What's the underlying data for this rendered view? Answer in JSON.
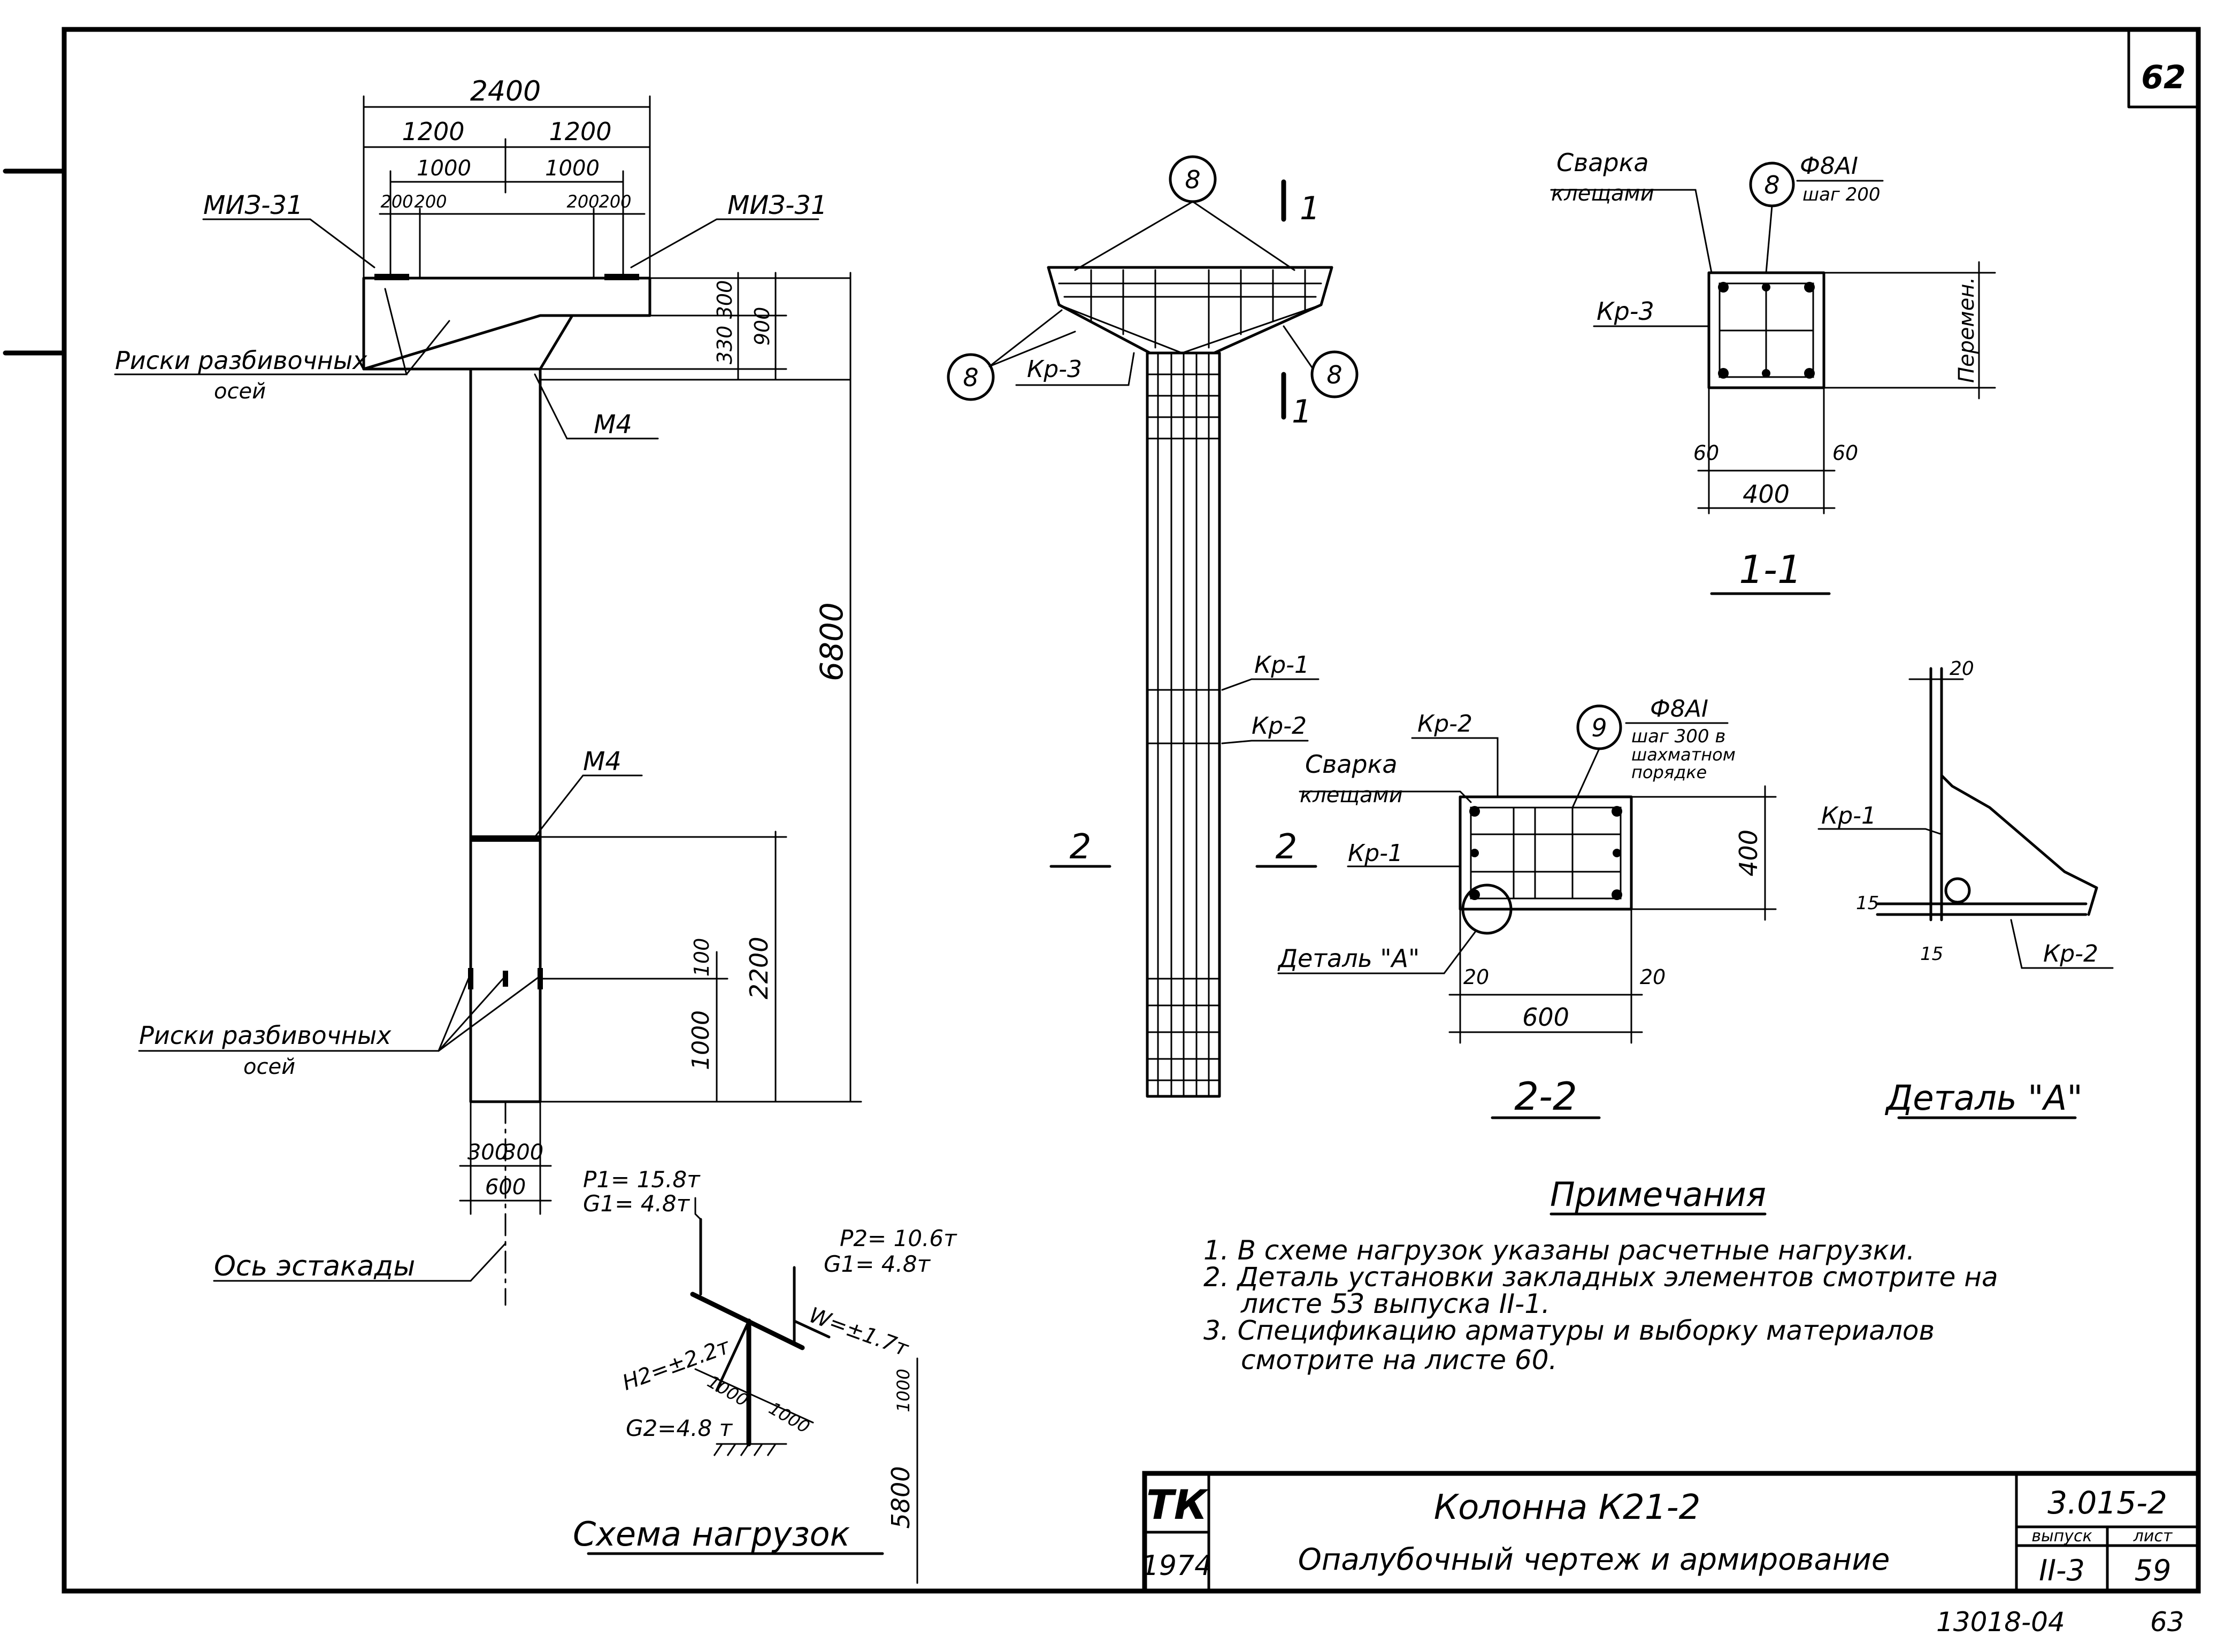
{
  "sheet_number_top": "62",
  "elevation": {
    "dim_total_width": "2400",
    "dim_half_left": "1200",
    "dim_half_right": "1200",
    "dim_inner_left": "1000",
    "dim_inner_right": "1000",
    "dim_small_left_a": "200",
    "dim_small_left_b": "200",
    "dim_small_right_a": "200",
    "dim_small_right_b": "200",
    "embed_left": "МИЗ-31",
    "embed_right": "МИЗ-31",
    "axis_marks_top_1": "Риски разбивочных",
    "axis_marks_top_2": "осей",
    "embed_m4_top": "М4",
    "embed_m4_mid": "М4",
    "axis_marks_bot_1": "Риски разбивочных",
    "axis_marks_bot_2": "осей",
    "dim_head_300": "300",
    "dim_head_330": "330",
    "dim_head_900": "900",
    "dim_height_total": "6800",
    "dim_2200": "2200",
    "dim_100": "100",
    "dim_1000": "1000",
    "dim_col_300_a": "300",
    "dim_col_300_b": "300",
    "dim_col_600": "600",
    "trestle_axis": "Ось эстакады"
  },
  "reinforcement": {
    "bubble_top": "8",
    "bubble_left": "8",
    "bubble_right": "8",
    "cage_kr3": "Кр-3",
    "section_mark_top": "1",
    "section_mark_bot": "1",
    "cage_kr1": "Кр-1",
    "cage_kr2": "Кр-2",
    "section2_left": "2",
    "section2_right": "2"
  },
  "section_1_1": {
    "weld_1": "Сварка",
    "weld_2": "клещами",
    "bubble": "8",
    "bar_spec": "Ф8АI",
    "bar_step": "шаг 200",
    "cage": "Кр-3",
    "variable": "Перемен.",
    "dim_60_left": "60",
    "dim_60_right": "60",
    "dim_400": "400",
    "title": "1-1"
  },
  "section_2_2": {
    "cage_kr2": "Кр-2",
    "weld_1": "Сварка",
    "weld_2": "клещами",
    "bubble": "9",
    "bar_spec": "Ф8АI",
    "bar_step_1": "шаг 300 в",
    "bar_step_2": "шахматном",
    "bar_step_3": "порядке",
    "cage_kr1": "Кр-1",
    "detail_ref": "Деталь \"А\"",
    "dim_400": "400",
    "dim_20_left": "20",
    "dim_20_right": "20",
    "dim_600": "600",
    "title": "2-2"
  },
  "detail_a": {
    "dim_20": "20",
    "cage_kr1": "Кр-1",
    "dim_15_left": "15",
    "dim_15_bottom": "15",
    "cage_kr2": "Кр-2",
    "title": "Деталь \"А\""
  },
  "loads": {
    "p1": "P1= 15.8т",
    "g1_left": "G1= 4.8т",
    "p2": "P2= 10.6т",
    "g1_right": "G1= 4.8т",
    "h2": "H2=±2.2т",
    "w": "W=±1.7т",
    "dim_1000_a": "1000",
    "dim_1000_b": "1000",
    "dim_1000_c": "1000",
    "g2": "G2=4.8 т",
    "dim_5800": "5800",
    "title": "Схема нагрузок"
  },
  "notes": {
    "title": "Примечания",
    "line1": "1. В схеме нагрузок указаны расчетные нагрузки.",
    "line2": "2. Деталь установки закладных элементов смотрите на",
    "line3": "листе        53     выпуска   II-1.",
    "line4": "3. Спецификацию арматуры и выборку материалов",
    "line5": "смотрите   на   листе   60."
  },
  "title_block": {
    "logo": "ТК",
    "year": "1974",
    "title": "Колонна К21-2",
    "subtitle": "Опалубочный чертеж и армирование",
    "code": "3.015-2",
    "issue_label": "выпуск",
    "sheet_label": "лист",
    "issue_value": "II-3",
    "sheet_value": "59"
  },
  "footer": {
    "inventory": "13018-04",
    "page": "63"
  }
}
